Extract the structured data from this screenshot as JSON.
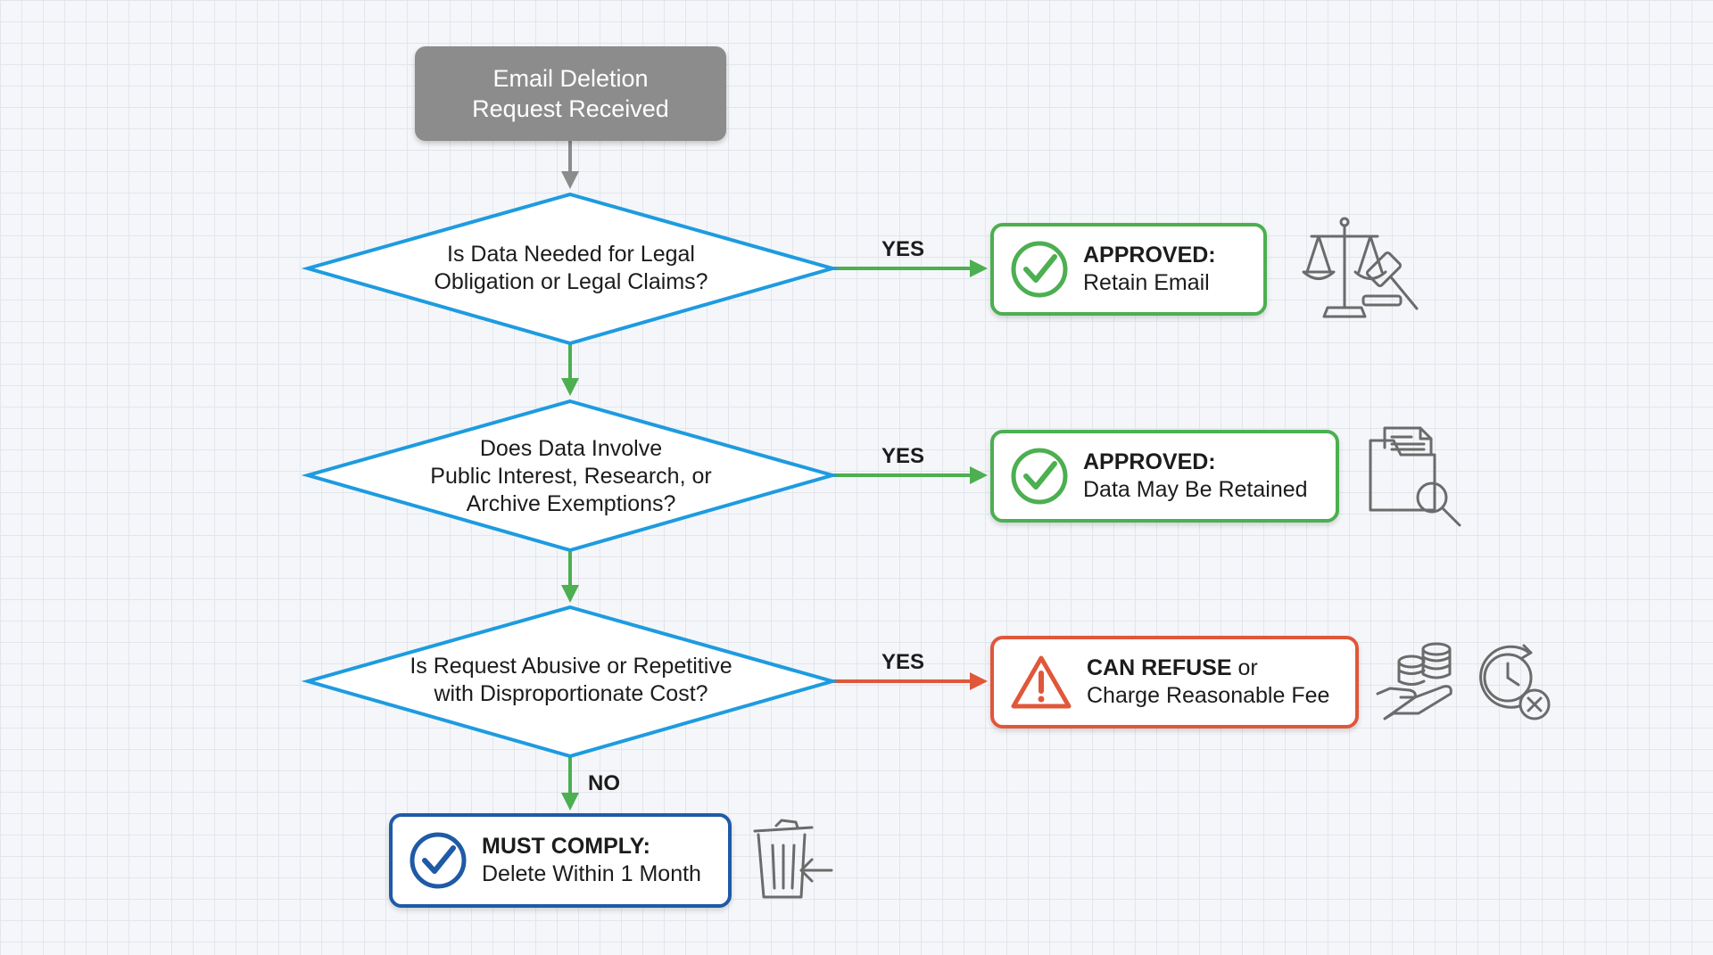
{
  "start": {
    "line1": "Email Deletion",
    "line2": "Request Received"
  },
  "decisions": [
    {
      "lines": [
        "Is Data Needed for Legal",
        "Obligation or Legal Claims?"
      ],
      "yes_label": "YES"
    },
    {
      "lines": [
        "Does Data Involve",
        "Public Interest, Research, or",
        "Archive Exemptions?"
      ],
      "yes_label": "YES"
    },
    {
      "lines": [
        "Is Request Abusive or Repetitive",
        "with Disproportionate Cost?"
      ],
      "yes_label": "YES",
      "no_label": "NO"
    }
  ],
  "outcomes": {
    "legal": {
      "title": "APPROVED:",
      "detail": "Retain Email",
      "icon": "check-circle-icon",
      "side_icon": "scales-gavel-icon"
    },
    "exemption": {
      "title": "APPROVED:",
      "detail": "Data May Be Retained",
      "icon": "check-circle-icon",
      "side_icon": "document-search-icon"
    },
    "refuse": {
      "title": "CAN REFUSE",
      "title_suffix": " or",
      "detail": "Charge Reasonable Fee",
      "icon": "warning-triangle-icon",
      "side_icons": [
        "coins-hand-icon",
        "clock-cancel-icon"
      ]
    },
    "comply": {
      "title": "MUST COMPLY:",
      "detail": "Delete Within 1 Month",
      "icon": "check-circle-icon",
      "side_icon": "trash-bin-icon"
    }
  },
  "colors": {
    "start_fill": "#8c8c8c",
    "decision_stroke": "#1e9be0",
    "approved": "#4caf50",
    "refuse": "#e0573a",
    "comply": "#1f5aa6",
    "flow_gray": "#8c8c8c",
    "flow_green": "#4caf50"
  }
}
